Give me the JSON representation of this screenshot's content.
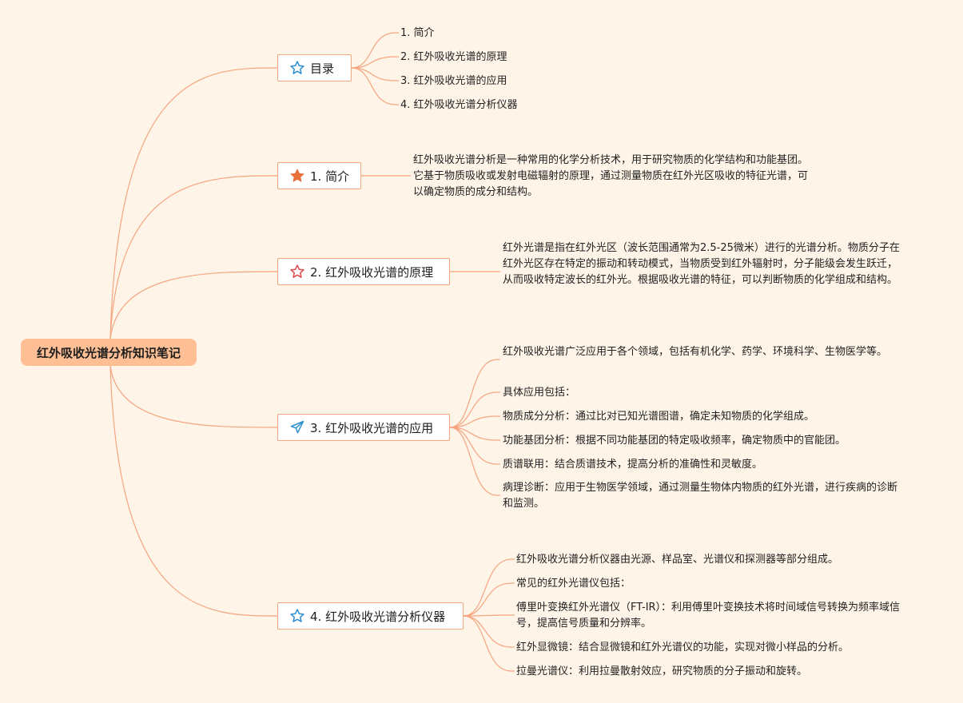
{
  "root": {
    "title": "红外吸收光谱分析知识笔记"
  },
  "branches": [
    {
      "label": "目录",
      "icon": "star-outline-icon",
      "icon_color": "#2f8fcf",
      "items": [
        "1. 简介",
        "2. 红外吸收光谱的原理",
        "3. 红外吸收光谱的应用",
        "4. 红外吸收光谱分析仪器"
      ]
    },
    {
      "label": "1. 简介",
      "icon": "star-filled-icon",
      "icon_color": "#e8703a",
      "items": [
        "红外吸收光谱分析是一种常用的化学分析技术，用于研究物质的化学结构和功能基团。它基于物质吸收或发射电磁辐射的原理，通过测量物质在红外光区吸收的特征光谱，可以确定物质的成分和结构。"
      ]
    },
    {
      "label": "2. 红外吸收光谱的原理",
      "icon": "star-outline-icon",
      "icon_color": "#e04b4b",
      "items": [
        "红外光谱是指在红外光区（波长范围通常为2.5-25微米）进行的光谱分析。物质分子在红外光区存在特定的振动和转动模式，当物质受到红外辐射时，分子能级会发生跃迁，从而吸收特定波长的红外光。根据吸收光谱的特征，可以判断物质的化学组成和结构。"
      ]
    },
    {
      "label": "3. 红外吸收光谱的应用",
      "icon": "paper-plane-icon",
      "icon_color": "#2f8fcf",
      "items": [
        "红外吸收光谱广泛应用于各个领域，包括有机化学、药学、环境科学、生物医学等。",
        "具体应用包括：",
        "物质成分分析：通过比对已知光谱图谱，确定未知物质的化学组成。",
        "功能基团分析：根据不同功能基团的特定吸收频率，确定物质中的官能团。",
        "质谱联用：结合质谱技术，提高分析的准确性和灵敏度。",
        "病理诊断：应用于生物医学领域，通过测量生物体内物质的红外光谱，进行疾病的诊断和监测。"
      ]
    },
    {
      "label": "4. 红外吸收光谱分析仪器",
      "icon": "star-outline-icon",
      "icon_color": "#2f8fcf",
      "items": [
        "红外吸收光谱分析仪器由光源、样品室、光谱仪和探测器等部分组成。",
        "常见的红外光谱仪包括：",
        "傅里叶变换红外光谱仪（FT-IR）：利用傅里叶变换技术将时间域信号转换为频率域信号，提高信号质量和分辨率。",
        "红外显微镜：结合显微镜和红外光谱仪的功能，实现对微小样品的分析。",
        "拉曼光谱仪：利用拉曼散射效应，研究物质的分子振动和旋转。"
      ]
    }
  ],
  "colors": {
    "line": "#f5a57f",
    "root_fill": "#ffbf94",
    "background": "#fff4e8"
  }
}
